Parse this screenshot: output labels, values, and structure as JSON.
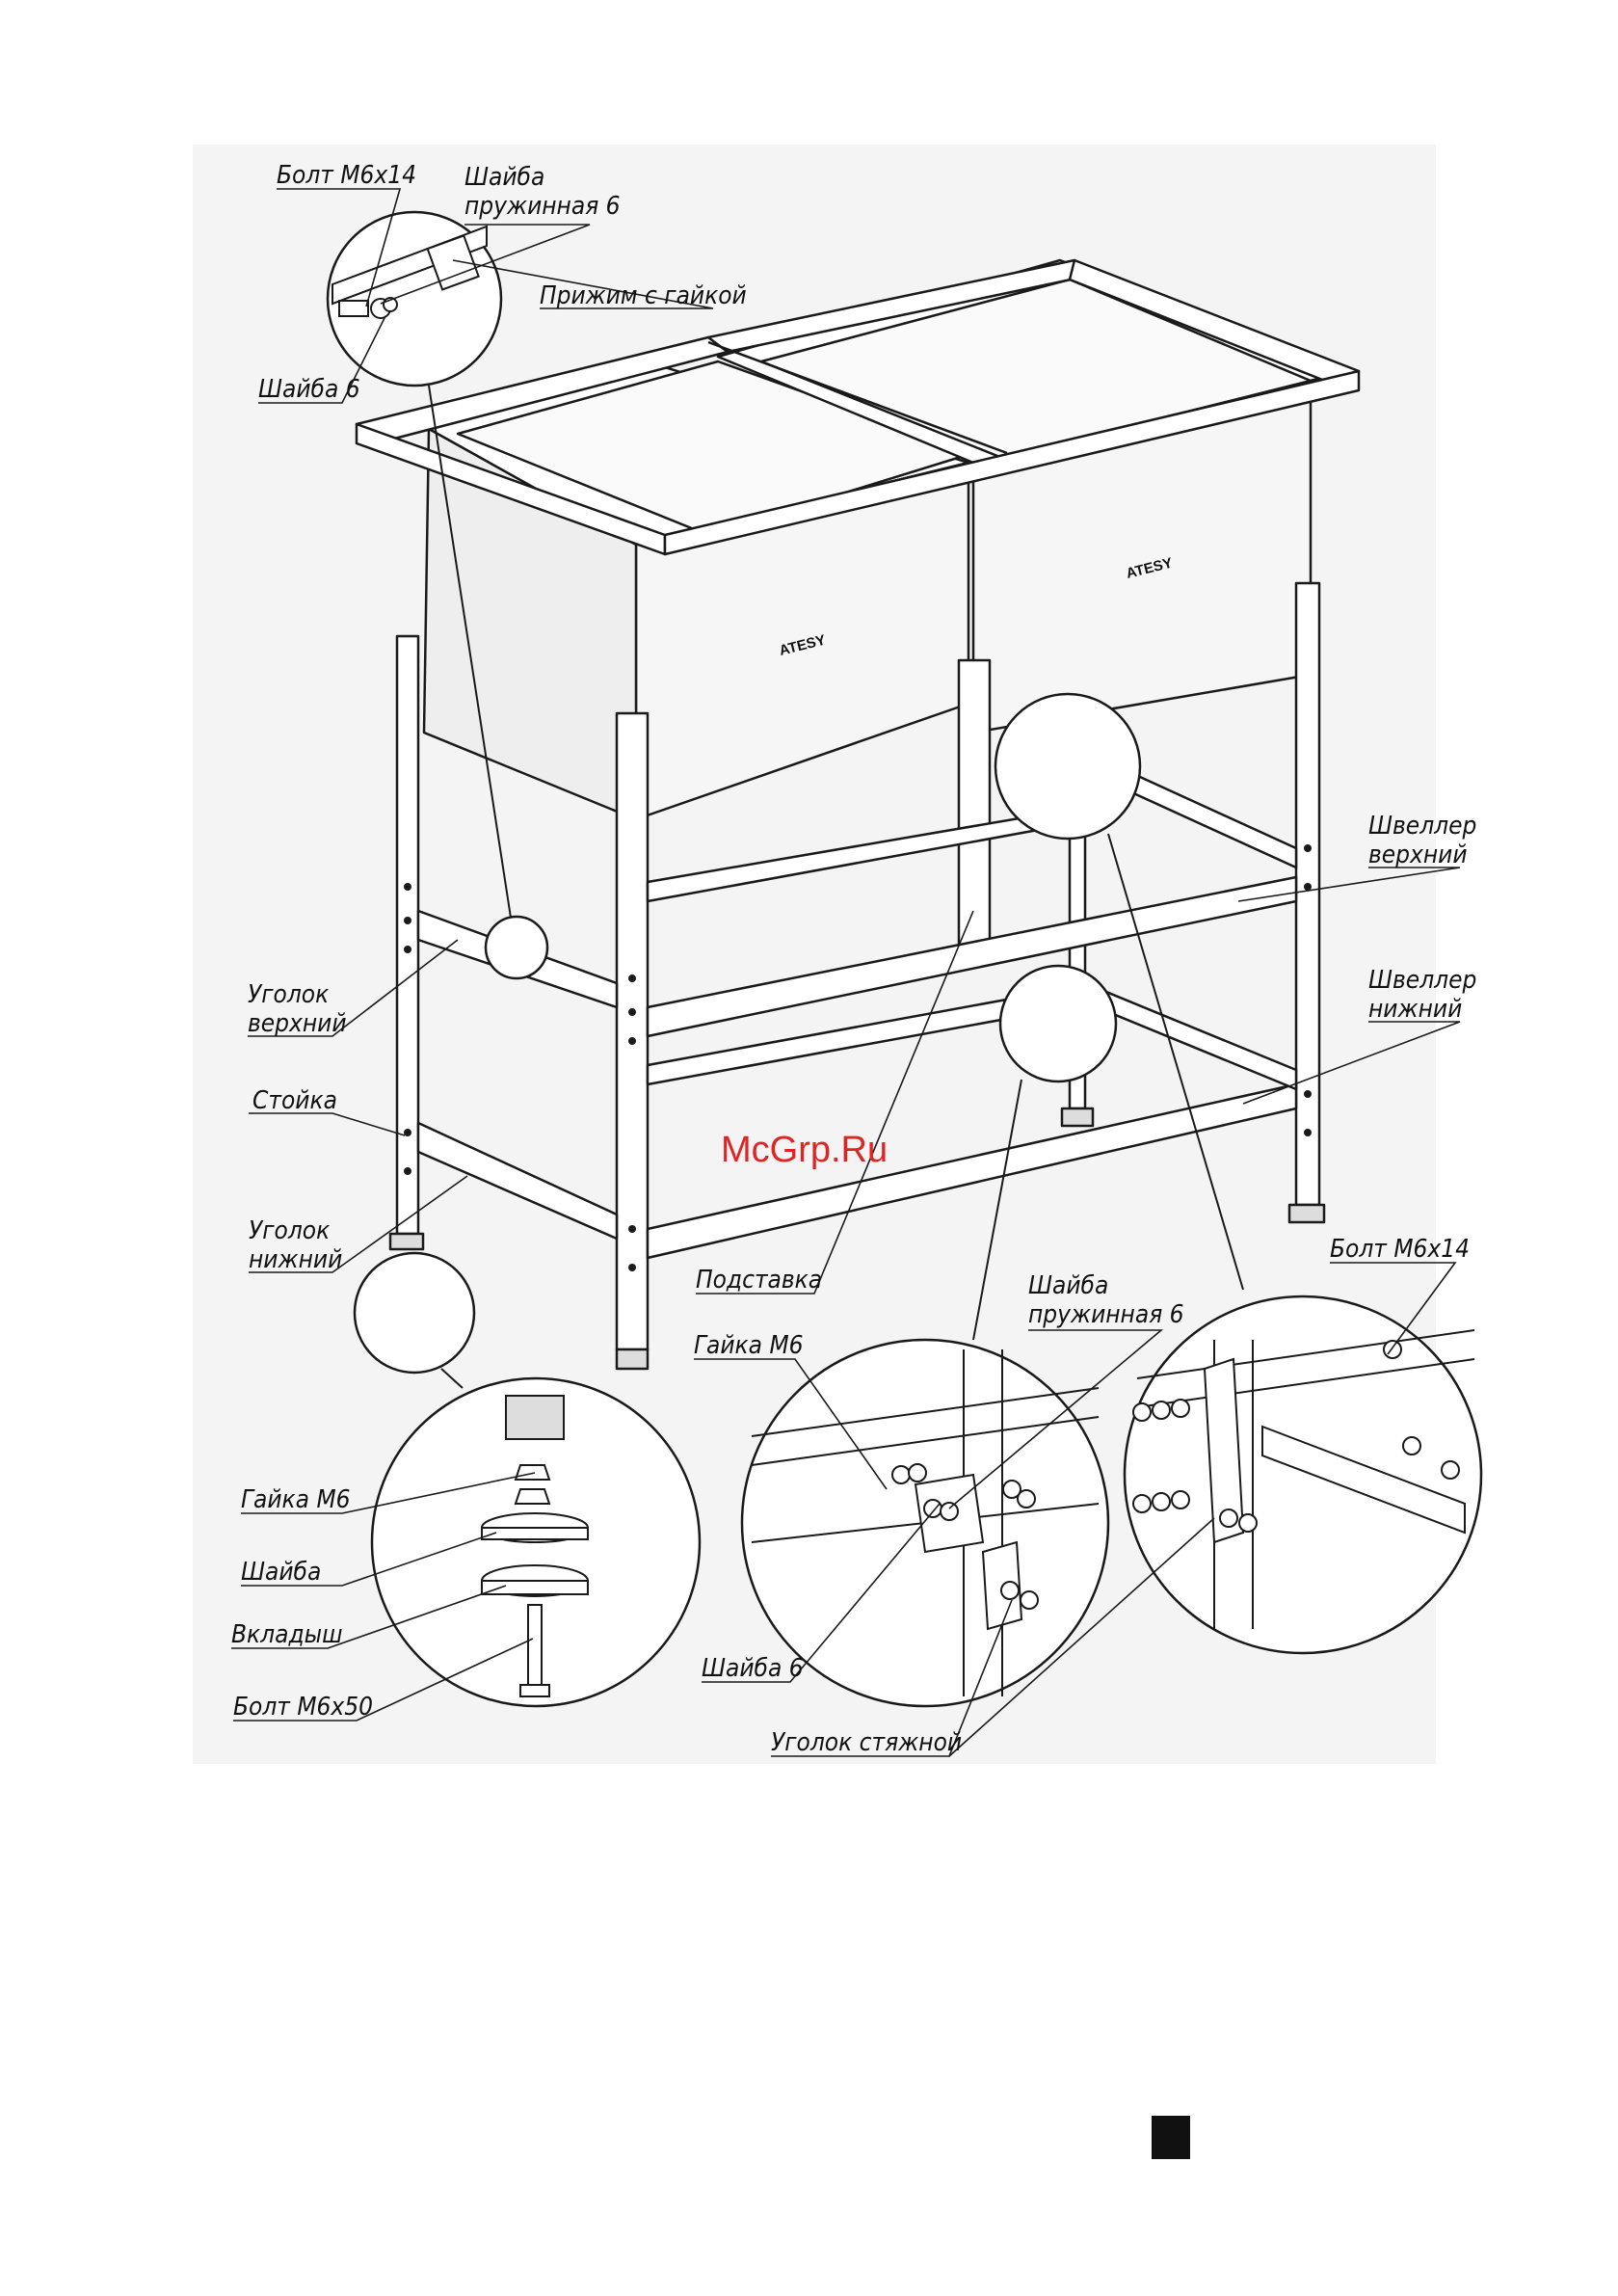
{
  "labels": {
    "bolt_m6x14_top": "Болт М6х14",
    "spring_washer_top": [
      "Шайба",
      "пружинная 6"
    ],
    "clamp_with_nut": "Прижим с гайкой",
    "washer6_top": "Шайба 6",
    "channel_upper": [
      "Швеллер",
      "верхний"
    ],
    "channel_lower": [
      "Швеллер",
      "нижний"
    ],
    "angle_upper": [
      "Уголок",
      "верхний"
    ],
    "post": "Стойка",
    "angle_lower": [
      "Уголок",
      "нижний"
    ],
    "stand": "Подставка",
    "nut_m6_mid": "Гайка М6",
    "spring_washer_mid": [
      "Шайба",
      "пружинная 6"
    ],
    "bolt_m6x14_right": "Болт М6х14",
    "nut_m6_foot": "Гайка М6",
    "washer_foot": "Шайба",
    "insert_foot": "Вкладыш",
    "bolt_m6x50": "Болт М6х50",
    "washer6_mid": "Шайба 6",
    "tie_angle": "Уголок стяжной"
  },
  "brand": "ATESY",
  "watermark": "McGrp.Ru",
  "page_marker_color": "#111111",
  "watermark_color": "#e02424"
}
